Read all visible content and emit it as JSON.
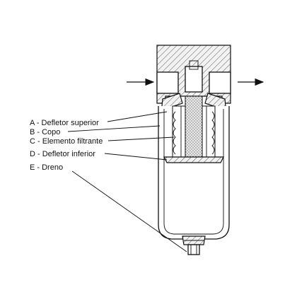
{
  "diagram": {
    "labels": [
      {
        "id": "A",
        "text": "A - Defletor superior"
      },
      {
        "id": "B",
        "text": "B - Copo"
      },
      {
        "id": "C",
        "text": "C - Elemento filtrante"
      },
      {
        "id": "D",
        "text": "D - Defletor inferior"
      },
      {
        "id": "E",
        "text": "E - Dreno"
      }
    ],
    "flow_direction": "left-to-right"
  }
}
